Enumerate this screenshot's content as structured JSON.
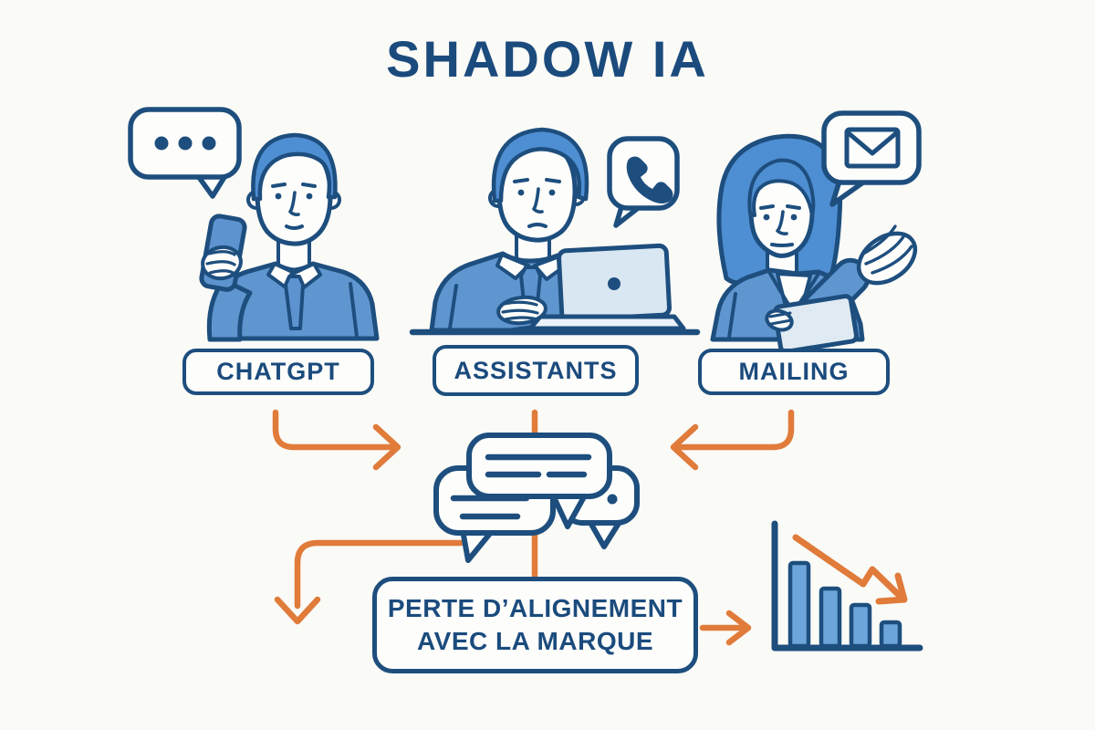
{
  "title": "SHADOW IA",
  "sources": [
    {
      "label": "CHATGPT",
      "figure": "man-looking-at-phone",
      "bubble_icon": "typing-dots-icon"
    },
    {
      "label": "ASSISTANTS",
      "figure": "man-at-laptop",
      "bubble_icon": "phone-call-icon"
    },
    {
      "label": "MAILING",
      "figure": "woman-gesturing",
      "bubble_icon": "mail-envelope-icon"
    }
  ],
  "center_icon": "chat-conversation-icon",
  "outcome_box": {
    "line1": "PERTE D’ALIGNEMENT",
    "line2": "AVEC LA MARQUE"
  },
  "result_icon": "declining-bar-chart-icon",
  "chart_icon": {
    "type": "bar",
    "bars_relative_heights": [
      1.0,
      0.69,
      0.5,
      0.29
    ],
    "trend": "declining-orange-arrow"
  },
  "colors": {
    "background": "#fafaf7",
    "navy": "#1d4e7e",
    "text_navy": "#1b4b7d",
    "clothing_blue": "#6096cf",
    "hair_blue": "#4e8ed2",
    "light_blue": "#d8e7f2",
    "orange": "#e07b3a"
  }
}
